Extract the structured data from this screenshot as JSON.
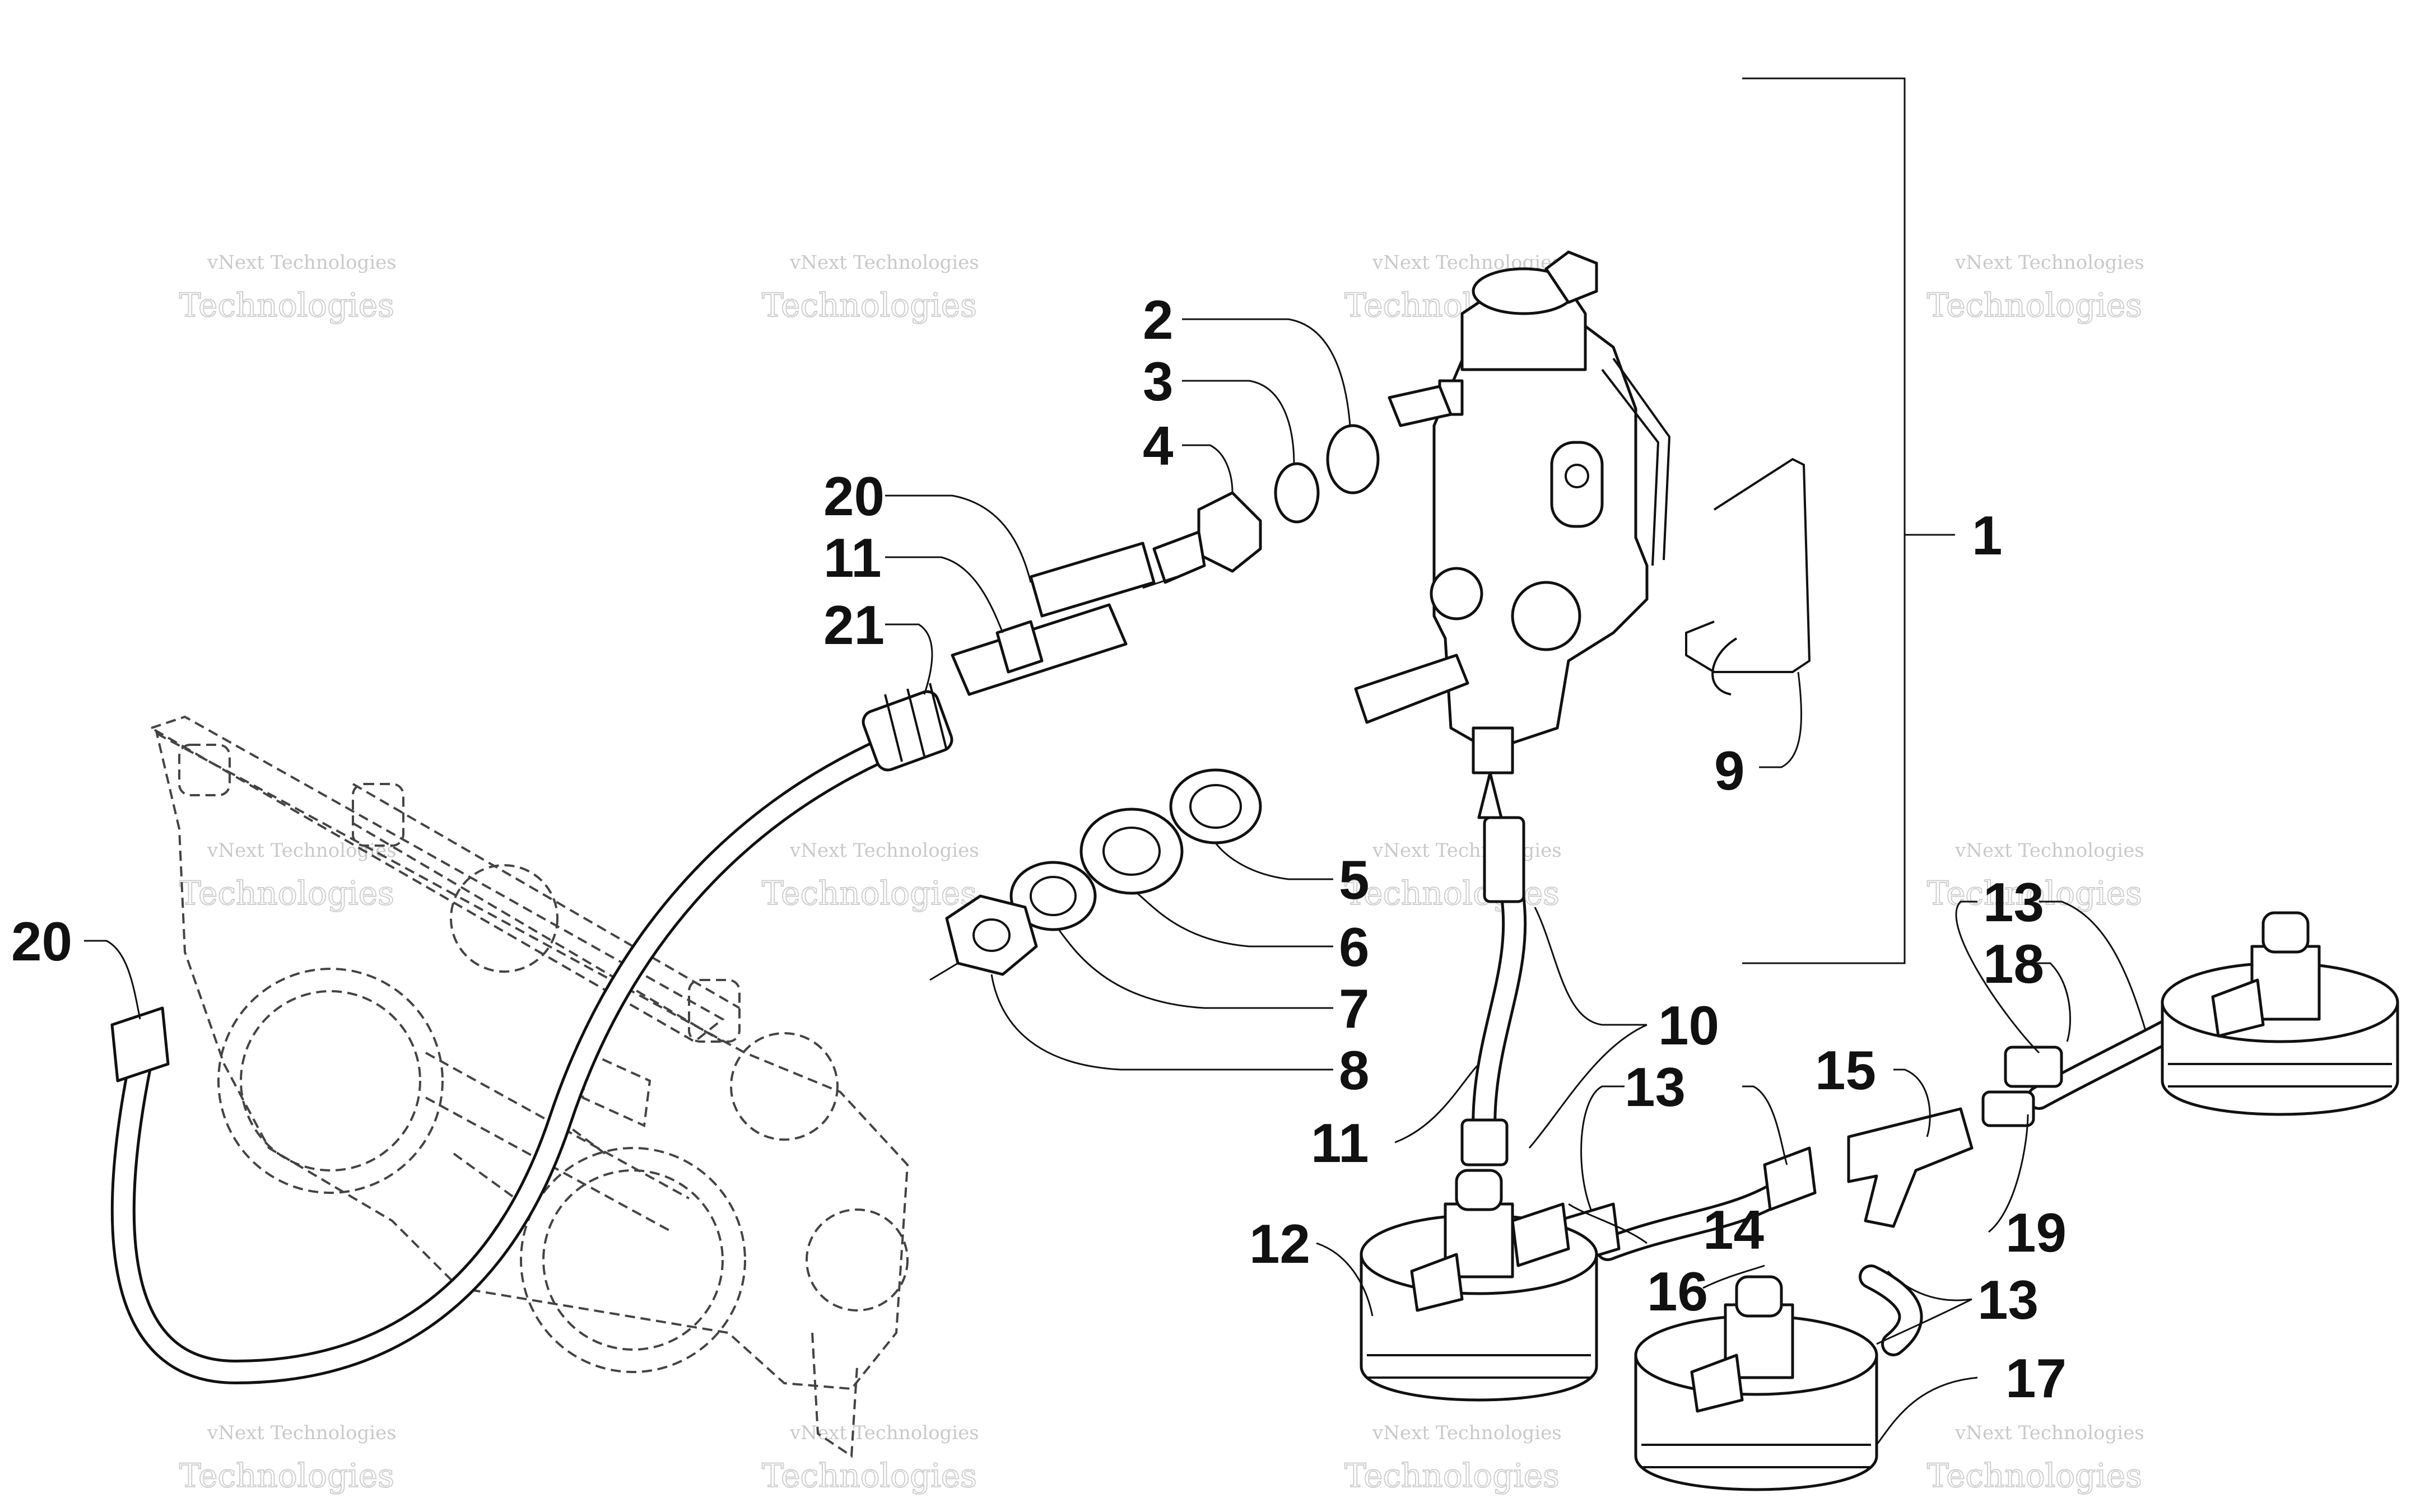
{
  "callouts": [
    {
      "id": "c1",
      "text": "1"
    },
    {
      "id": "c2",
      "text": "2"
    },
    {
      "id": "c3",
      "text": "3"
    },
    {
      "id": "c4",
      "text": "4"
    },
    {
      "id": "c20a",
      "text": "20"
    },
    {
      "id": "c11a",
      "text": "11"
    },
    {
      "id": "c21",
      "text": "21"
    },
    {
      "id": "c9",
      "text": "9"
    },
    {
      "id": "c5",
      "text": "5"
    },
    {
      "id": "c6",
      "text": "6"
    },
    {
      "id": "c7",
      "text": "7"
    },
    {
      "id": "c8",
      "text": "8"
    },
    {
      "id": "c20b",
      "text": "20"
    },
    {
      "id": "c10",
      "text": "10"
    },
    {
      "id": "c11b",
      "text": "11"
    },
    {
      "id": "c13a",
      "text": "13"
    },
    {
      "id": "c18",
      "text": "18"
    },
    {
      "id": "c13b",
      "text": "13"
    },
    {
      "id": "c15",
      "text": "15"
    },
    {
      "id": "c12",
      "text": "12"
    },
    {
      "id": "c14",
      "text": "14"
    },
    {
      "id": "c19",
      "text": "19"
    },
    {
      "id": "c16",
      "text": "16"
    },
    {
      "id": "c13c",
      "text": "13"
    },
    {
      "id": "c17",
      "text": "17"
    }
  ],
  "watermark": {
    "line1": "vNext Technologies",
    "line2": "Technologies"
  }
}
